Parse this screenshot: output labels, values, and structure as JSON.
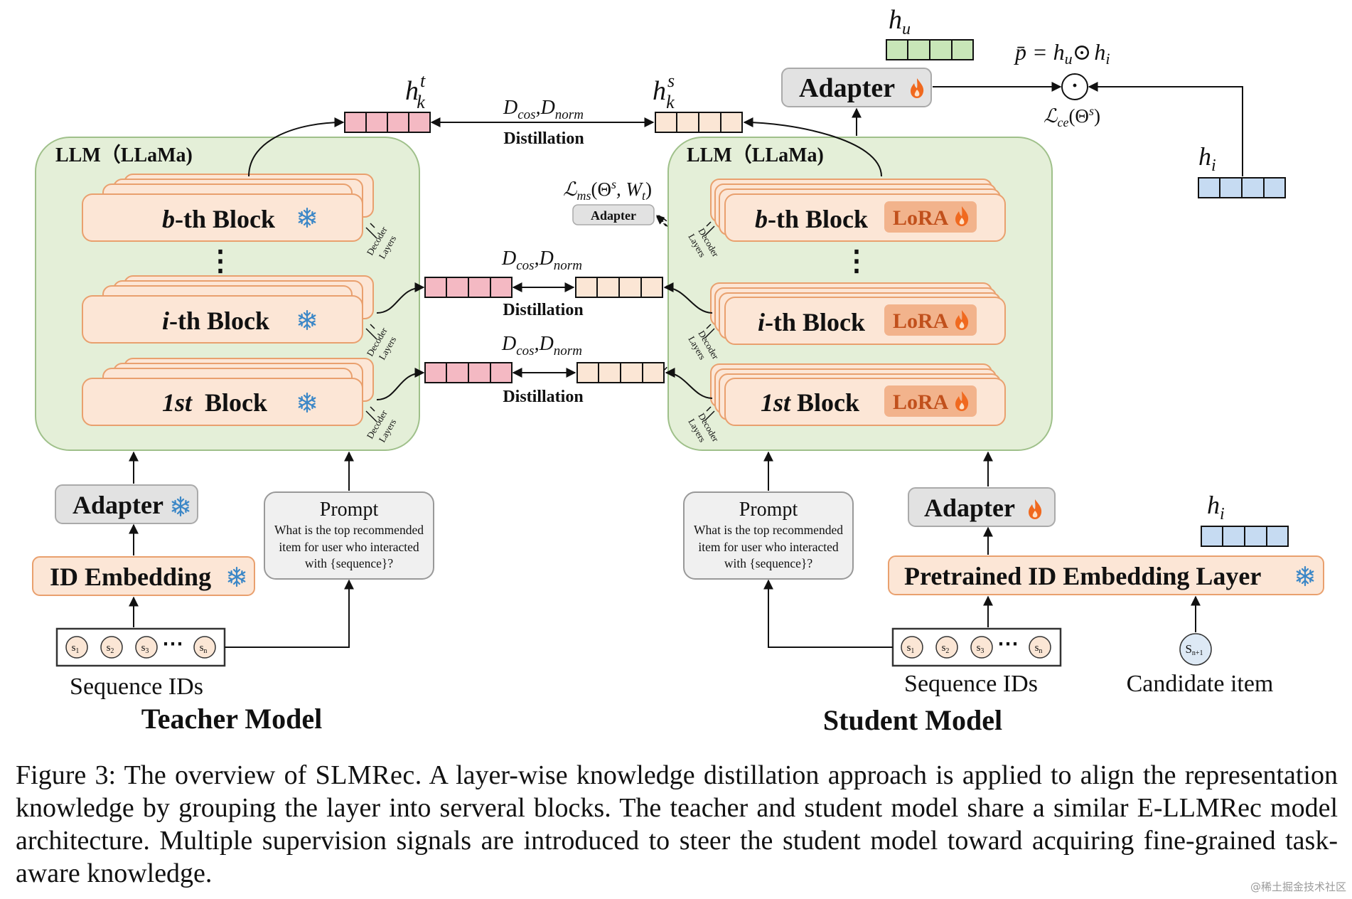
{
  "colors": {
    "llm_panel_fill": "#e4efd8",
    "llm_panel_stroke": "#9fc08a",
    "block_fill": "#fce6d6",
    "block_stroke": "#e9a06e",
    "teacher_vec_fill": "#f4b9c3",
    "student_vec_fill": "#fbe6d5",
    "hu_vec_fill": "#c8e6b8",
    "hi_vec_fill": "#c6dbf2",
    "adapter_fill": "#e2e2e2",
    "lora_fill": "#f2b38c",
    "lora_text": "#c1501c",
    "fire": "#f0691f",
    "snow": "#3b87c7"
  },
  "teacher": {
    "llm_label": "LLM（LLaMa)",
    "blocks": [
      {
        "prefix": "b",
        "suffix": "-th Block"
      },
      {
        "prefix": "i",
        "suffix": "-th Block"
      },
      {
        "prefix": "1st",
        "suffix": "  Block"
      }
    ],
    "decoder_label_1": "Decoder",
    "decoder_label_2": "Layers",
    "vec_label": "h",
    "vec_sup": "t",
    "vec_sub": "k",
    "adapter": "Adapter",
    "id_embedding": "ID Embedding",
    "prompt_title": "Prompt",
    "prompt_lines": [
      "What is the top recommended",
      "item for user who interacted",
      "with {sequence}?"
    ],
    "seq_tokens": [
      "s",
      "s",
      "s",
      "s"
    ],
    "seq_subs": [
      "1",
      "2",
      "3",
      "n"
    ],
    "seq_label": "Sequence IDs",
    "model_label": "Teacher Model"
  },
  "student": {
    "llm_label": "LLM（LLaMa)",
    "blocks": [
      {
        "prefix": "b",
        "suffix": "-th Block"
      },
      {
        "prefix": "i",
        "suffix": "-th Block"
      },
      {
        "prefix": "1st",
        "suffix": " Block"
      }
    ],
    "lora": "LoRA",
    "vec_label": "h",
    "vec_sup": "s",
    "vec_sub": "k",
    "adapter": "Adapter",
    "top_adapter": "Adapter",
    "pretrained_embedding": "Pretrained ID Embedding Layer",
    "prompt_title": "Prompt",
    "prompt_lines": [
      "What is the top recommended",
      "item for user who interacted",
      "with {sequence}?"
    ],
    "seq_tokens": [
      "s",
      "s",
      "s",
      "s"
    ],
    "seq_subs": [
      "1",
      "2",
      "3",
      "n"
    ],
    "seq_label": "Sequence IDs",
    "candidate_token": "S",
    "candidate_sub": "n+1",
    "candidate_label": "Candidate item",
    "model_label": "Student Model"
  },
  "distillation": {
    "label": "Distillation",
    "loss_d": "D",
    "cos": "cos",
    "norm": "norm",
    "ms_loss": "ℒ",
    "ms_sub": "ms",
    "ms_args": "(Θ",
    "ms_sup": "s",
    "ms_w": ", W",
    "ms_wsub": "t",
    "ms_close": ")",
    "ms_adapter": "Adapter",
    "ellipsis": "⋯",
    "vdots": "⋮"
  },
  "output": {
    "hu": "h",
    "hu_sub": "u",
    "hi": "h",
    "hi_sub": "i",
    "pbar_eq": "p̄ = h",
    "pbar_u": "u",
    "odot": "⊙",
    "pbar_h": "h",
    "pbar_i": "i",
    "ce_loss": "ℒ",
    "ce_sub": "ce",
    "ce_args": "(Θ",
    "ce_sup": "s",
    "ce_close": ")",
    "dot": "·"
  },
  "caption": {
    "lead": "Figure 3: The overview of ",
    "sc": "SLMRec",
    "rest": ".  A layer-wise knowledge distillation approach is applied to align the representation knowledge by grouping the layer into serveral blocks. The teacher and student model share a similar E-LLMRec model architecture. Multiple supervision signals are introduced to steer the student model toward acquiring fine-grained task-aware knowledge."
  },
  "watermark": "@稀土掘金技术社区"
}
